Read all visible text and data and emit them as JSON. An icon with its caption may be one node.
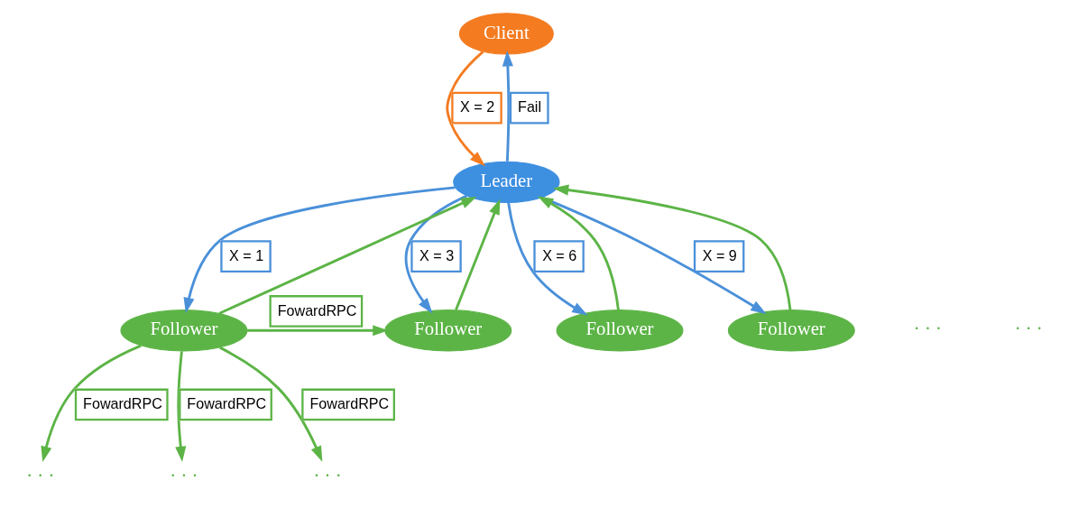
{
  "diagram": {
    "nodes": [
      {
        "text": [
          "Client"
        ]
      },
      {
        "text": [
          "Leader"
        ]
      },
      {
        "text": [
          "Follower"
        ]
      },
      {
        "text": [
          "Follower"
        ]
      },
      {
        "text": [
          "Follower"
        ]
      },
      {
        "text": [
          "Follower"
        ]
      },
      {
        "text": [
          "· · ·"
        ]
      },
      {
        "text": [
          "· · ·"
        ]
      },
      {
        "text": [
          "· · ·"
        ]
      }
    ],
    "edges": [
      {
        "from": 0,
        "to": 1,
        "arrow": "to",
        "label": "X = 2",
        "color": "#f47b20"
      },
      {
        "from": 1,
        "to": 0,
        "arrow": "to",
        "label": "Fail",
        "color": "#4a90d9"
      },
      {
        "from": 1,
        "to": 2,
        "arrow": "to",
        "label": "X = 1",
        "color": "#4a90d9"
      },
      {
        "from": 2,
        "to": 1,
        "arrow": "to"
      },
      {
        "from": 3,
        "to": 1,
        "arrow": "to"
      },
      {
        "from": 1,
        "to": 3,
        "arrow": "to",
        "label": "X = 3",
        "color": "#4a90d9"
      },
      {
        "from": 4,
        "to": 1,
        "arrow": "to"
      },
      {
        "from": 1,
        "to": 4,
        "arrow": "to",
        "label": "X = 6",
        "color": "#4a90d9"
      },
      {
        "from": 5,
        "to": 1,
        "arrow": "to"
      },
      {
        "from": 1,
        "to": 5,
        "arrow": "to",
        "label": "X = 9",
        "color": "#4a90d9"
      },
      {
        "from": 2,
        "to": 3,
        "arrow": "to",
        "label": "FowardRPC"
      },
      {
        "from": 2,
        "to": 6,
        "arrow": "to",
        "label": "FowardRPC"
      },
      {
        "from": 2,
        "to": 7,
        "arrow": "to",
        "label": "FowardRPC"
      },
      {
        "from": 2,
        "to": 8,
        "arrow": "to",
        "label": "FowardRPC"
      }
    ],
    "labels": [
      "· · ·",
      "· · ·"
    ]
  }
}
